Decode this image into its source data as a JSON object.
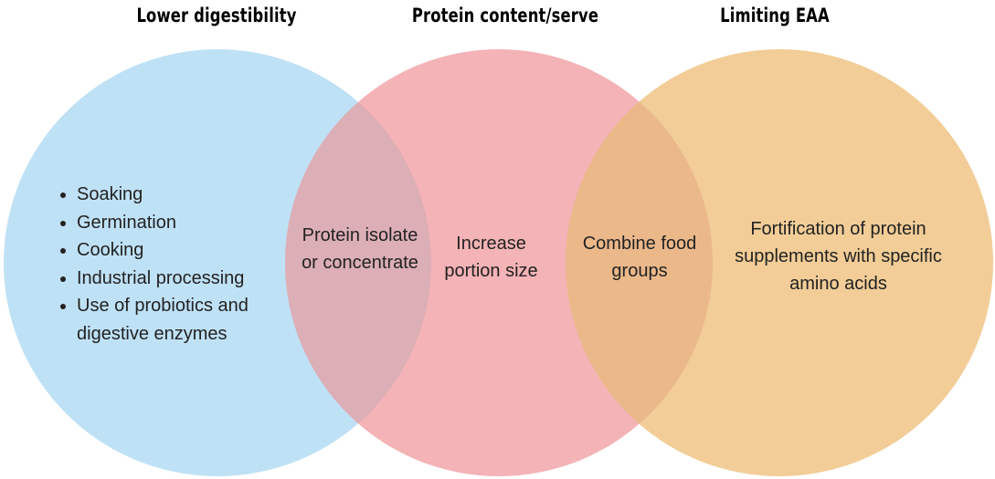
{
  "colors": {
    "circle_left": "#bfe1f6",
    "circle_center": "#f4b3b6",
    "circle_right": "#f2cd97",
    "overlap_left_center": "#dcaeb6",
    "overlap_center_right": "#ebb88a"
  },
  "headings": {
    "left": "Lower digestibility",
    "center": "Protein content/serve",
    "right": "Limiting EAA"
  },
  "regions": {
    "left_only": {
      "items": [
        "Soaking",
        "Germination",
        "Cooking",
        "Industrial processing",
        "Use of probiotics and digestive enzymes"
      ]
    },
    "left_center": "Protein isolate or concentrate",
    "center_only": "Increase portion size",
    "center_right": "Combine food groups",
    "right_only": "Fortification of protein supplements with specific amino acids"
  }
}
